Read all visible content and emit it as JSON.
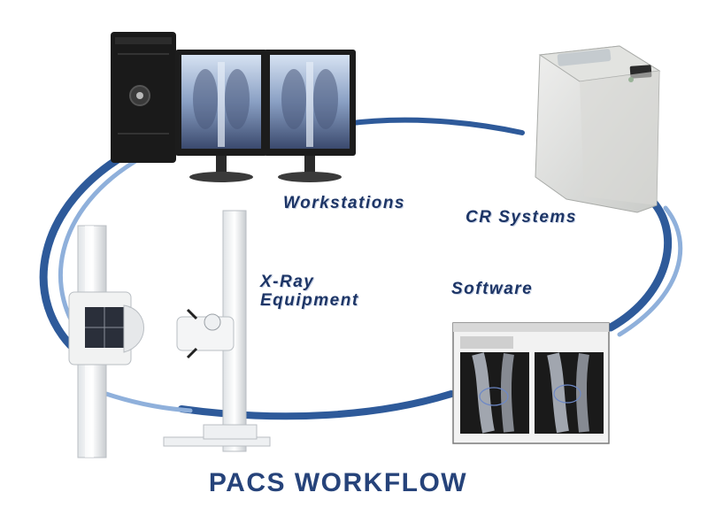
{
  "diagram": {
    "title": "PACS WORKFLOW",
    "nodes": {
      "workstations": "Workstations",
      "cr_systems": "CR Systems",
      "software": "Software",
      "xray_line1": "X-Ray",
      "xray_line2": "Equipment"
    }
  },
  "colors": {
    "ring_dark": "#2e5a9a",
    "ring_light": "#8fb0db",
    "label_text": "#1d3566",
    "title_text": "#26437a"
  },
  "icons": {
    "workstations": "pc-tower-with-dual-xray-monitors",
    "cr_systems": "cr-reader-device",
    "software": "xray-viewer-software-window",
    "xray": "xray-stand-and-wall-bucky"
  }
}
